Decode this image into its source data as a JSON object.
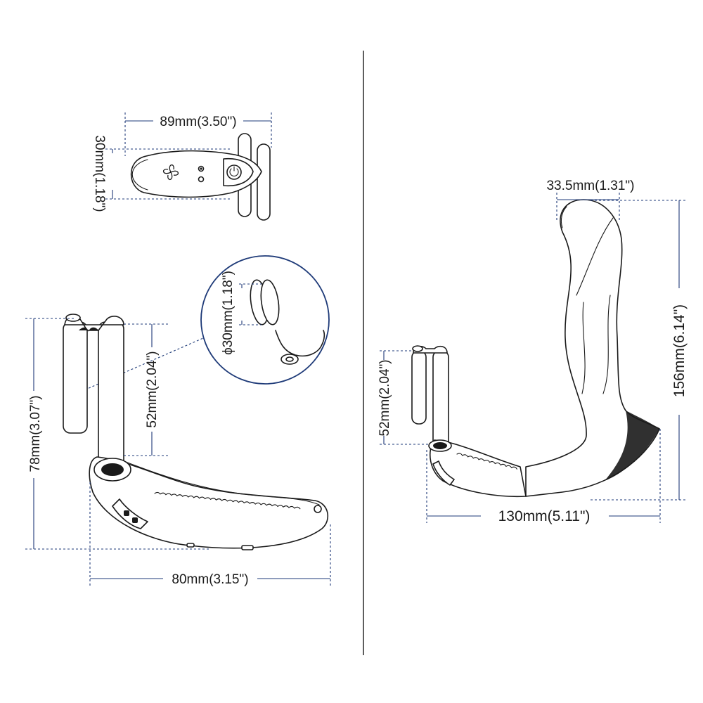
{
  "colors": {
    "dimension": "#1e3a78",
    "outline": "#1a1a1a",
    "background": "#ffffff"
  },
  "dimensions": {
    "top_view_width": "89mm(3.50\")",
    "top_view_height": "30mm(1.18\")",
    "ring_diameter": "ϕ30mm(1.18\")",
    "front_total_height": "78mm(3.07\")",
    "front_ring_height": "52mm(2.04\")",
    "front_base_width": "80mm(3.15\")",
    "side_tip_width": "33.5mm(1.31\")",
    "side_total_height": "156mm(6.14\")",
    "side_ring_height": "52mm(2.04\")",
    "side_total_length": "130mm(5.11\")"
  }
}
